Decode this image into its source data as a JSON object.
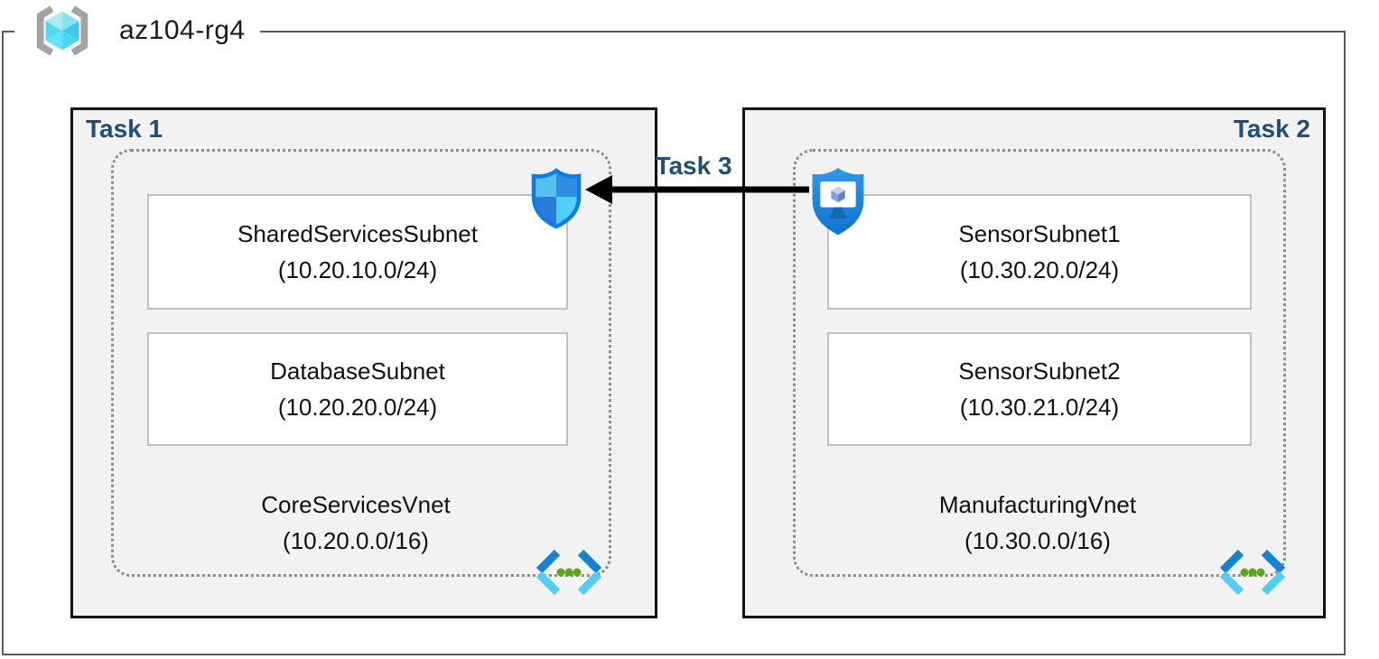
{
  "resource_group": {
    "name": "az104-rg4"
  },
  "labels": {
    "task1": "Task 1",
    "task2": "Task 2",
    "task3": "Task 3"
  },
  "vnets": [
    {
      "name": "CoreServicesVnet",
      "cidr": "(10.20.0.0/16)",
      "subnets": [
        {
          "name": "SharedServicesSubnet",
          "cidr": "(10.20.10.0/24)"
        },
        {
          "name": "DatabaseSubnet",
          "cidr": "(10.20.20.0/24)"
        }
      ]
    },
    {
      "name": "ManufacturingVnet",
      "cidr": "(10.30.0.0/16)",
      "subnets": [
        {
          "name": "SensorSubnet1",
          "cidr": "(10.30.20.0/24)"
        },
        {
          "name": "SensorSubnet2",
          "cidr": "(10.30.21.0/24)"
        }
      ]
    }
  ],
  "icons": {
    "resource_group": "resource-group-cube-icon",
    "network_security_group": "network-security-group-shield-icon",
    "bastion": "bastion-shield-monitor-icon",
    "virtual_network": "virtual-network-icon"
  },
  "colors": {
    "task_label": "#1F4E79",
    "task_box_fill": "#F2F2F2",
    "task_box_border": "#111111",
    "rg_border": "#595959",
    "dotted_border": "#8C8C8C",
    "subnet_border": "#C0C0C0",
    "arrow": "#000000",
    "azure_blue": "#1383D8",
    "azure_cyan": "#54CDF5",
    "vnet_dot_green": "#5EA41E"
  }
}
